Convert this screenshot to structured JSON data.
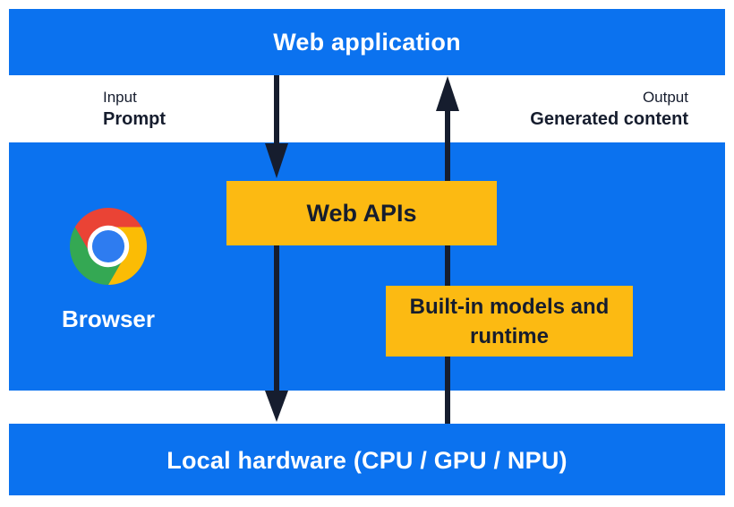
{
  "layers": {
    "web_application": "Web application",
    "local_hardware": "Local hardware (CPU / GPU / NPU)"
  },
  "io": {
    "input_label": "Input",
    "input_value": "Prompt",
    "output_label": "Output",
    "output_value": "Generated content"
  },
  "browser": {
    "label": "Browser",
    "web_apis": "Web APIs",
    "builtin_models": "Built-in models and runtime"
  },
  "icons": {
    "browser_logo": "chrome-logo",
    "down_arrow": "arrow-down",
    "up_arrow": "arrow-up"
  },
  "colors": {
    "layer_blue": "#0b72ef",
    "box_yellow": "#fcba12",
    "ink_navy": "#161d2e",
    "text_light": "#ffffff",
    "chrome_red": "#ea4335",
    "chrome_green": "#34a853",
    "chrome_yellow": "#fbbc05",
    "chrome_center_blue": "#2e7cf0"
  }
}
